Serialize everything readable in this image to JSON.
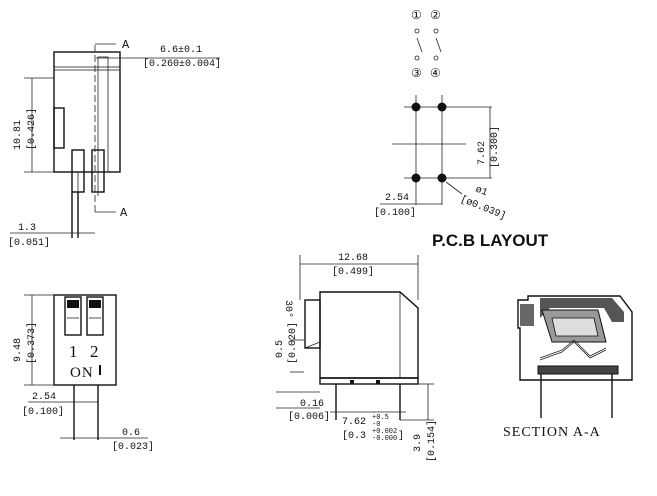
{
  "side_view": {
    "section_mark": "A",
    "width_mm": "6.6±0.1",
    "width_in": "[0.260±0.004]",
    "height_mm": "10.81",
    "height_in": "[0.426]",
    "pin_mm": "1.3",
    "pin_in": "[0.051]"
  },
  "schematic": {
    "pin1": "①",
    "pin2": "②",
    "pin3": "③",
    "pin4": "④"
  },
  "pcb": {
    "row_mm": "7.62",
    "row_in": "[0.300]",
    "pitch_mm": "2.54",
    "pitch_in": "[0.100]",
    "hole_mm": "ø1",
    "hole_in": "[ø0.039]",
    "title": "P.C.B LAYOUT"
  },
  "top_view": {
    "height_mm": "9.48",
    "height_in": "[0.373]",
    "label_1": "1",
    "label_2": "2",
    "on_text": "ON",
    "pitch_mm": "2.54",
    "pitch_in": "[0.100]",
    "pin_mm": "0.6",
    "pin_in": "[0.023]"
  },
  "front_view": {
    "length_mm": "12.68",
    "length_in": "[0.499]",
    "angle": "30°",
    "offset_mm": "0.5",
    "offset_in": "[0.020]",
    "standoff_mm": "0.16",
    "standoff_in": "[0.006]",
    "row_mm": "7.62",
    "row_tol_plus": "+0.5",
    "row_tol_minus": "-0",
    "row_in": "[0.3",
    "row_in_tol_plus": "+0.002",
    "row_in_tol_minus": "-0.000",
    "row_in_close": "]",
    "pin_len_mm": "3.9",
    "pin_len_in": "[0.154]"
  },
  "section": {
    "title": "SECTION A-A"
  }
}
